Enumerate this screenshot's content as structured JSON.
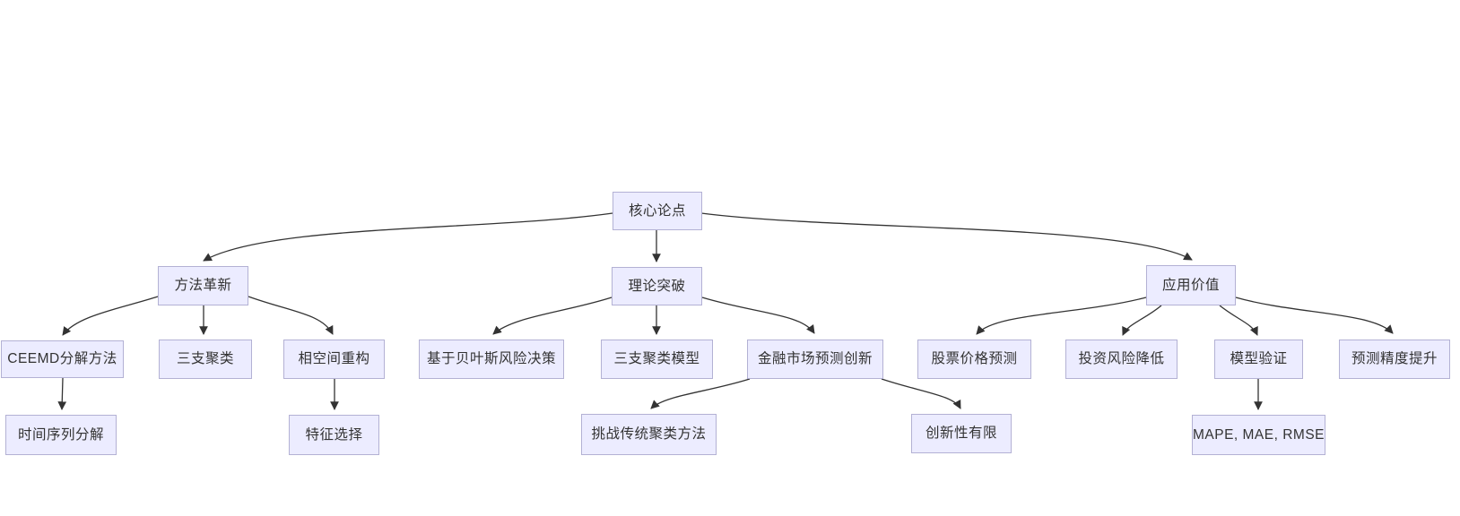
{
  "diagram": {
    "type": "flowchart",
    "direction": "top-down",
    "colors": {
      "background": "#FFFFFF",
      "node_fill": "#ECECFF",
      "node_border": "#B3B1D4",
      "edge_line": "#333333",
      "text": "#333333"
    }
  },
  "nodes": {
    "root": {
      "label": "核心论点"
    },
    "method": {
      "label": "方法革新"
    },
    "theory": {
      "label": "理论突破"
    },
    "application": {
      "label": "应用价值"
    },
    "ceemd": {
      "label": "CEEMD分解方法"
    },
    "three_way": {
      "label": "三支聚类"
    },
    "phase_space": {
      "label": "相空间重构"
    },
    "bayes": {
      "label": "基于贝叶斯风险决策"
    },
    "three_way_model": {
      "label": "三支聚类模型"
    },
    "finance_innovation": {
      "label": "金融市场预测创新"
    },
    "stock_prediction": {
      "label": "股票价格预测"
    },
    "risk_reduction": {
      "label": "投资风险降低"
    },
    "model_validation": {
      "label": "模型验证"
    },
    "accuracy_gain": {
      "label": "预测精度提升"
    },
    "time_series": {
      "label": "时间序列分解"
    },
    "feature_selection": {
      "label": "特征选择"
    },
    "challenge": {
      "label": "挑战传统聚类方法"
    },
    "limited_innovation": {
      "label": "创新性有限"
    },
    "metrics": {
      "label": "MAPE, MAE, RMSE"
    }
  },
  "edges": [
    {
      "from": "核心论点",
      "to": "方法革新"
    },
    {
      "from": "核心论点",
      "to": "理论突破"
    },
    {
      "from": "核心论点",
      "to": "应用价值"
    },
    {
      "from": "方法革新",
      "to": "CEEMD分解方法"
    },
    {
      "from": "方法革新",
      "to": "三支聚类"
    },
    {
      "from": "方法革新",
      "to": "相空间重构"
    },
    {
      "from": "理论突破",
      "to": "基于贝叶斯风险决策"
    },
    {
      "from": "理论突破",
      "to": "三支聚类模型"
    },
    {
      "from": "理论突破",
      "to": "金融市场预测创新"
    },
    {
      "from": "应用价值",
      "to": "股票价格预测"
    },
    {
      "from": "应用价值",
      "to": "投资风险降低"
    },
    {
      "from": "应用价值",
      "to": "模型验证"
    },
    {
      "from": "应用价值",
      "to": "预测精度提升"
    },
    {
      "from": "CEEMD分解方法",
      "to": "时间序列分解"
    },
    {
      "from": "相空间重构",
      "to": "特征选择"
    },
    {
      "from": "金融市场预测创新",
      "to": "挑战传统聚类方法"
    },
    {
      "from": "金融市场预测创新",
      "to": "创新性有限"
    },
    {
      "from": "模型验证",
      "to": "MAPE, MAE, RMSE"
    }
  ]
}
